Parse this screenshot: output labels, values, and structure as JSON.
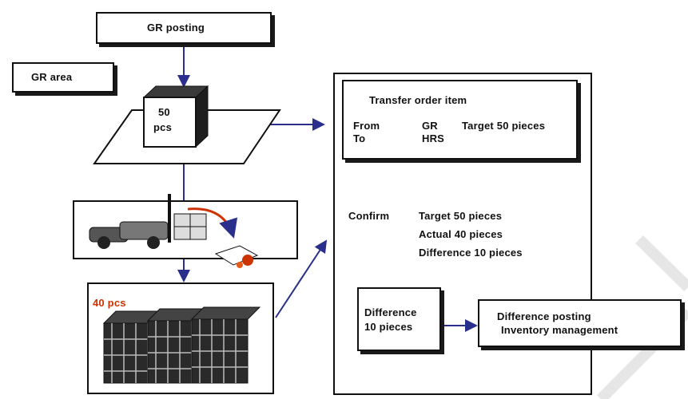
{
  "gr_posting": "GR posting",
  "gr_area": "GR area",
  "pallet": {
    "qty": "50",
    "unit": "pcs"
  },
  "storage_qty": "40 pcs",
  "transfer_order": {
    "title": "Transfer order item",
    "from_label": "From",
    "to_label": "To",
    "from_value": "GR",
    "to_value": "HRS",
    "target": "Target 50 pieces"
  },
  "confirm": {
    "label": "Confirm",
    "target": "Target 50 pieces",
    "actual": "Actual 40 pieces",
    "difference": "Difference 10 pieces"
  },
  "difference_box": {
    "line1": "Difference",
    "line2": "10 pieces"
  },
  "difference_posting": {
    "line1": "Difference posting",
    "line2": "Inventory management"
  },
  "colors": {
    "arrow": "#2b2f8c",
    "accent": "#cc3300",
    "line": "#111111"
  }
}
